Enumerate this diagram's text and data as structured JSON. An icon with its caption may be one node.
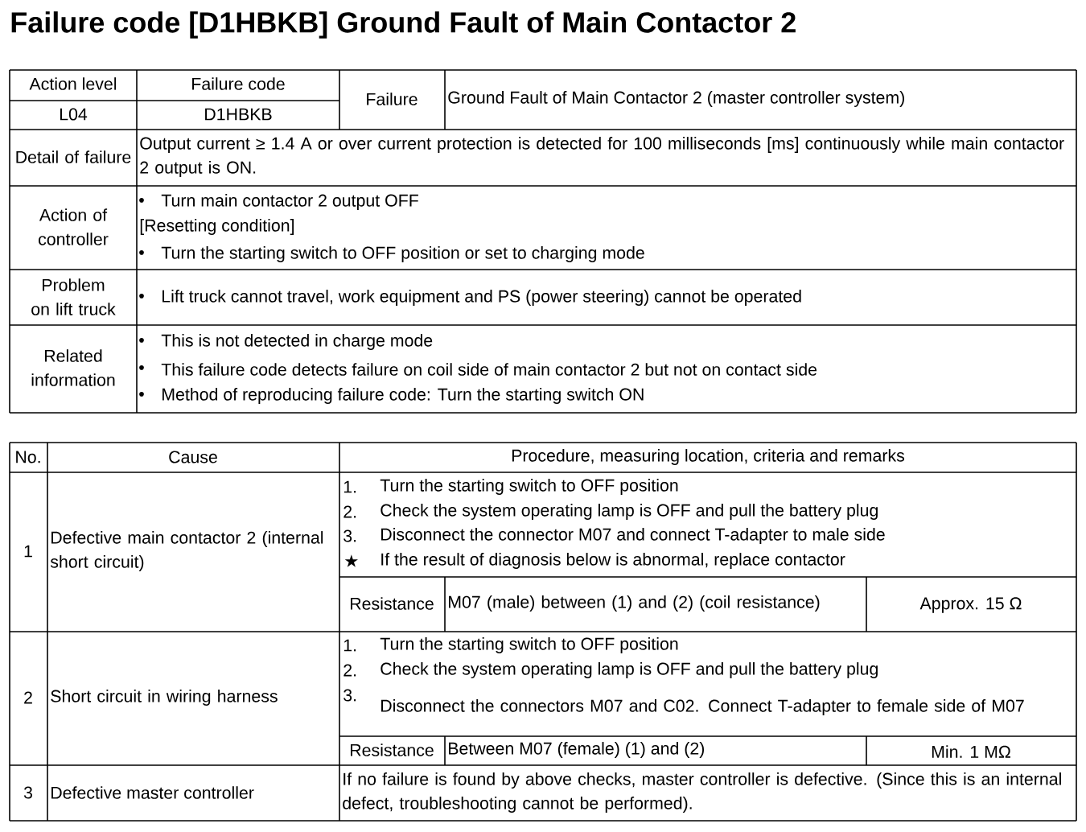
{
  "diagram": {
    "title": "Failure code [D1HBKB] Ground Fault of Main Contactor 2",
    "labels": [
      "Action level",
      "Failure code",
      "Failure",
      "Ground Fault of Main Contactor 2 (master controller system)",
      "L04",
      "D1HBKB",
      "Detail of failure",
      "Output current ≥ 1.4 A or over current protection is detected for 100 milliseconds [ms] continuously while main contactor 2 output is ON.",
      "Action of controller",
      "•",
      "Turn main contactor 2 output OFF",
      "[Resetting condition]",
      "•",
      "Turn the starting switch to OFF position or set to charging mode",
      "Problem on lift truck",
      "•",
      "Lift truck cannot travel, work equipment and PS (power steering) cannot be operated",
      "Related information",
      "•",
      "This is not detected in charge mode",
      "•",
      "This failure code detects failure on coil side of main contactor 2 but not on contact side",
      "•",
      "Method of reproducing failure code: Turn the starting switch ON",
      "No.",
      "Cause",
      "Procedure, measuring location, criteria and remarks",
      "1",
      "Defective main contactor 2 (internal short circuit)",
      "1.",
      "Turn the starting switch to OFF position",
      "2.",
      "Check the system operating lamp is OFF and pull the battery plug",
      "3.",
      "Disconnect the connector M07 and connect T-adapter to male side",
      "★",
      "If the result of diagnosis below is abnormal, replace contactor",
      "Resistance",
      "M07 (male) between (1) and (2) (coil resistance)",
      "Approx. 15 Ω",
      "2",
      "Short circuit in wiring harness",
      "1.",
      "Turn the starting switch to OFF position",
      "2.",
      "Check the system operating lamp is OFF and pull the battery plug",
      "3.",
      "Disconnect the connectors M07 and C02. Connect T-adapter to female side of M07",
      "Resistance",
      "Between M07 (female) (1) and (2)",
      "Min. 1 MΩ",
      "3",
      "Defective master controller",
      "If no failure is found by above checks, master controller is defective. (Since this is an internal defect, troubleshooting cannot be performed)."
    ]
  }
}
